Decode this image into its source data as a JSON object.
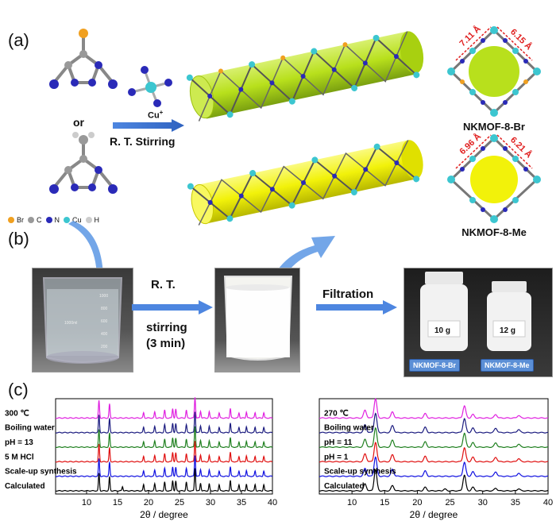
{
  "panel_a": {
    "label": "(a)",
    "or_text": "or",
    "reagent_label": "Cu",
    "reagent_charge": "+",
    "condition": "R. T. Stirring",
    "legend": [
      {
        "symbol": "Br",
        "color": "#f0a020"
      },
      {
        "symbol": "C",
        "color": "#999999"
      },
      {
        "symbol": "N",
        "color": "#2a2ab8"
      },
      {
        "symbol": "Cu",
        "color": "#3cc6d0"
      },
      {
        "symbol": "H",
        "color": "#cccccc"
      }
    ],
    "product_br": {
      "name": "NKMOF-8-Br",
      "dim1": "7.11 Å",
      "dim2": "6.15 Å",
      "pore_color": "#b8e01c"
    },
    "product_me": {
      "name": "NKMOF-8-Me",
      "dim1": "6.96 Å",
      "dim2": "6.21 Å",
      "pore_color": "#f2f20a"
    }
  },
  "panel_b": {
    "label": "(b)",
    "step1_line1": "R. T.",
    "step1_line2": "stirring",
    "step1_line3": "(3 min)",
    "step2": "Filtration",
    "beaker_marks": [
      "1000",
      "800",
      "600",
      "400",
      "200"
    ],
    "beaker_text": "1000ml",
    "jar1_mass": "10 g",
    "jar2_mass": "12 g",
    "jar1_tag": "NKMOF-8-Br",
    "jar2_tag": "NKMOF-8-Me"
  },
  "panel_c": {
    "label": "(c)",
    "xlabel_left": "2θ / degree",
    "xlabel_right": "2θ / degree"
  },
  "chart_data": [
    {
      "type": "line",
      "xlabel": "2θ / degree",
      "xlim": [
        5,
        40
      ],
      "xticks": [
        10,
        15,
        20,
        25,
        30,
        35,
        40
      ],
      "series": [
        {
          "name": "300 ℃",
          "color": "#e020e0",
          "peaks": [
            [
              12.0,
              1.0
            ],
            [
              13.7,
              0.8
            ],
            [
              19.2,
              0.3
            ],
            [
              21.0,
              0.35
            ],
            [
              22.6,
              0.45
            ],
            [
              23.9,
              0.55
            ],
            [
              24.4,
              0.5
            ],
            [
              26.1,
              0.45
            ],
            [
              27.5,
              1.2
            ],
            [
              28.4,
              0.4
            ],
            [
              29.8,
              0.35
            ],
            [
              31.4,
              0.3
            ],
            [
              33.2,
              0.55
            ],
            [
              34.6,
              0.3
            ],
            [
              35.8,
              0.35
            ],
            [
              37.2,
              0.3
            ],
            [
              38.6,
              0.3
            ]
          ]
        },
        {
          "name": "Boiling water",
          "color": "#1c1c80",
          "peaks": [
            [
              12.0,
              1.0
            ],
            [
              13.7,
              0.8
            ],
            [
              19.2,
              0.3
            ],
            [
              21.0,
              0.35
            ],
            [
              22.6,
              0.45
            ],
            [
              23.9,
              0.55
            ],
            [
              24.4,
              0.5
            ],
            [
              26.1,
              0.45
            ],
            [
              27.5,
              1.2
            ],
            [
              28.4,
              0.4
            ],
            [
              29.8,
              0.35
            ],
            [
              31.4,
              0.3
            ],
            [
              33.2,
              0.55
            ],
            [
              34.6,
              0.3
            ],
            [
              35.8,
              0.35
            ],
            [
              37.2,
              0.3
            ],
            [
              38.6,
              0.3
            ]
          ]
        },
        {
          "name": "pH = 13",
          "color": "#208020",
          "peaks": [
            [
              12.0,
              1.0
            ],
            [
              13.7,
              0.8
            ],
            [
              19.2,
              0.3
            ],
            [
              21.0,
              0.35
            ],
            [
              22.6,
              0.45
            ],
            [
              23.9,
              0.55
            ],
            [
              24.4,
              0.5
            ],
            [
              26.1,
              0.45
            ],
            [
              27.5,
              1.2
            ],
            [
              28.4,
              0.4
            ],
            [
              29.8,
              0.35
            ],
            [
              31.4,
              0.3
            ],
            [
              33.2,
              0.55
            ],
            [
              34.6,
              0.3
            ],
            [
              35.8,
              0.35
            ],
            [
              37.2,
              0.3
            ],
            [
              38.6,
              0.3
            ]
          ]
        },
        {
          "name": "5 M HCl",
          "color": "#e01010",
          "peaks": [
            [
              12.0,
              1.0
            ],
            [
              13.7,
              0.8
            ],
            [
              19.2,
              0.3
            ],
            [
              21.0,
              0.35
            ],
            [
              22.6,
              0.45
            ],
            [
              23.9,
              0.55
            ],
            [
              24.4,
              0.5
            ],
            [
              26.1,
              0.45
            ],
            [
              27.5,
              1.2
            ],
            [
              28.4,
              0.4
            ],
            [
              29.8,
              0.35
            ],
            [
              31.4,
              0.3
            ],
            [
              33.2,
              0.55
            ],
            [
              34.6,
              0.3
            ],
            [
              35.8,
              0.35
            ],
            [
              37.2,
              0.3
            ],
            [
              38.6,
              0.3
            ]
          ]
        },
        {
          "name": "Scale-up synthesis",
          "color": "#1010e0",
          "peaks": [
            [
              12.0,
              1.0
            ],
            [
              13.7,
              0.8
            ],
            [
              19.2,
              0.3
            ],
            [
              21.0,
              0.35
            ],
            [
              22.6,
              0.45
            ],
            [
              23.9,
              0.55
            ],
            [
              24.4,
              0.5
            ],
            [
              26.1,
              0.45
            ],
            [
              27.5,
              1.2
            ],
            [
              28.4,
              0.4
            ],
            [
              29.8,
              0.35
            ],
            [
              31.4,
              0.3
            ],
            [
              33.2,
              0.55
            ],
            [
              34.6,
              0.3
            ],
            [
              35.8,
              0.35
            ],
            [
              37.2,
              0.3
            ],
            [
              38.6,
              0.3
            ]
          ]
        },
        {
          "name": "Calculated",
          "color": "#000000",
          "peaks": [
            [
              12.0,
              1.0
            ],
            [
              13.7,
              0.8
            ],
            [
              15.8,
              0.25
            ],
            [
              19.2,
              0.35
            ],
            [
              21.0,
              0.4
            ],
            [
              22.6,
              0.5
            ],
            [
              23.9,
              0.6
            ],
            [
              24.4,
              0.55
            ],
            [
              26.1,
              0.5
            ],
            [
              27.5,
              1.3
            ],
            [
              28.4,
              0.45
            ],
            [
              29.8,
              0.4
            ],
            [
              31.4,
              0.35
            ],
            [
              33.2,
              0.6
            ],
            [
              34.6,
              0.35
            ],
            [
              35.8,
              0.4
            ],
            [
              37.2,
              0.35
            ],
            [
              38.6,
              0.35
            ]
          ]
        }
      ]
    },
    {
      "type": "line",
      "xlabel": "2θ / degree",
      "xlim": [
        5,
        40
      ],
      "xticks": [
        10,
        15,
        20,
        25,
        30,
        35,
        40
      ],
      "series": [
        {
          "name": "270 ℃",
          "color": "#e020e0",
          "peaks": [
            [
              12.0,
              0.45
            ],
            [
              13.6,
              1.1
            ],
            [
              16.2,
              0.35
            ],
            [
              21.2,
              0.25
            ],
            [
              27.2,
              0.7
            ],
            [
              28.5,
              0.2
            ],
            [
              32.0,
              0.2
            ],
            [
              35.5,
              0.15
            ]
          ]
        },
        {
          "name": "Boiling water",
          "color": "#1c1c80",
          "peaks": [
            [
              12.0,
              0.45
            ],
            [
              13.6,
              1.1
            ],
            [
              16.2,
              0.4
            ],
            [
              21.2,
              0.3
            ],
            [
              27.2,
              0.8
            ],
            [
              28.5,
              0.25
            ],
            [
              32.0,
              0.25
            ],
            [
              35.5,
              0.18
            ]
          ]
        },
        {
          "name": "pH = 11",
          "color": "#208020",
          "peaks": [
            [
              12.0,
              0.45
            ],
            [
              13.6,
              1.1
            ],
            [
              16.2,
              0.4
            ],
            [
              21.2,
              0.3
            ],
            [
              27.2,
              0.8
            ],
            [
              28.5,
              0.25
            ],
            [
              32.0,
              0.25
            ],
            [
              35.5,
              0.18
            ]
          ]
        },
        {
          "name": "pH = 1",
          "color": "#e01010",
          "peaks": [
            [
              12.0,
              0.45
            ],
            [
              13.6,
              1.1
            ],
            [
              16.2,
              0.4
            ],
            [
              21.2,
              0.3
            ],
            [
              27.2,
              0.8
            ],
            [
              28.5,
              0.25
            ],
            [
              32.0,
              0.25
            ],
            [
              35.5,
              0.18
            ]
          ]
        },
        {
          "name": "Scale-up synthesis",
          "color": "#1010e0",
          "peaks": [
            [
              12.0,
              0.45
            ],
            [
              13.6,
              1.1
            ],
            [
              16.2,
              0.4
            ],
            [
              21.2,
              0.3
            ],
            [
              27.2,
              0.8
            ],
            [
              28.5,
              0.25
            ],
            [
              32.0,
              0.25
            ],
            [
              35.5,
              0.18
            ]
          ]
        },
        {
          "name": "Calculated",
          "color": "#000000",
          "peaks": [
            [
              12.0,
              0.4
            ],
            [
              13.6,
              1.2
            ],
            [
              16.2,
              0.3
            ],
            [
              21.2,
              0.2
            ],
            [
              24.2,
              0.1
            ],
            [
              27.2,
              0.9
            ],
            [
              28.5,
              0.2
            ],
            [
              32.0,
              0.15
            ],
            [
              35.5,
              0.12
            ]
          ]
        }
      ]
    }
  ]
}
